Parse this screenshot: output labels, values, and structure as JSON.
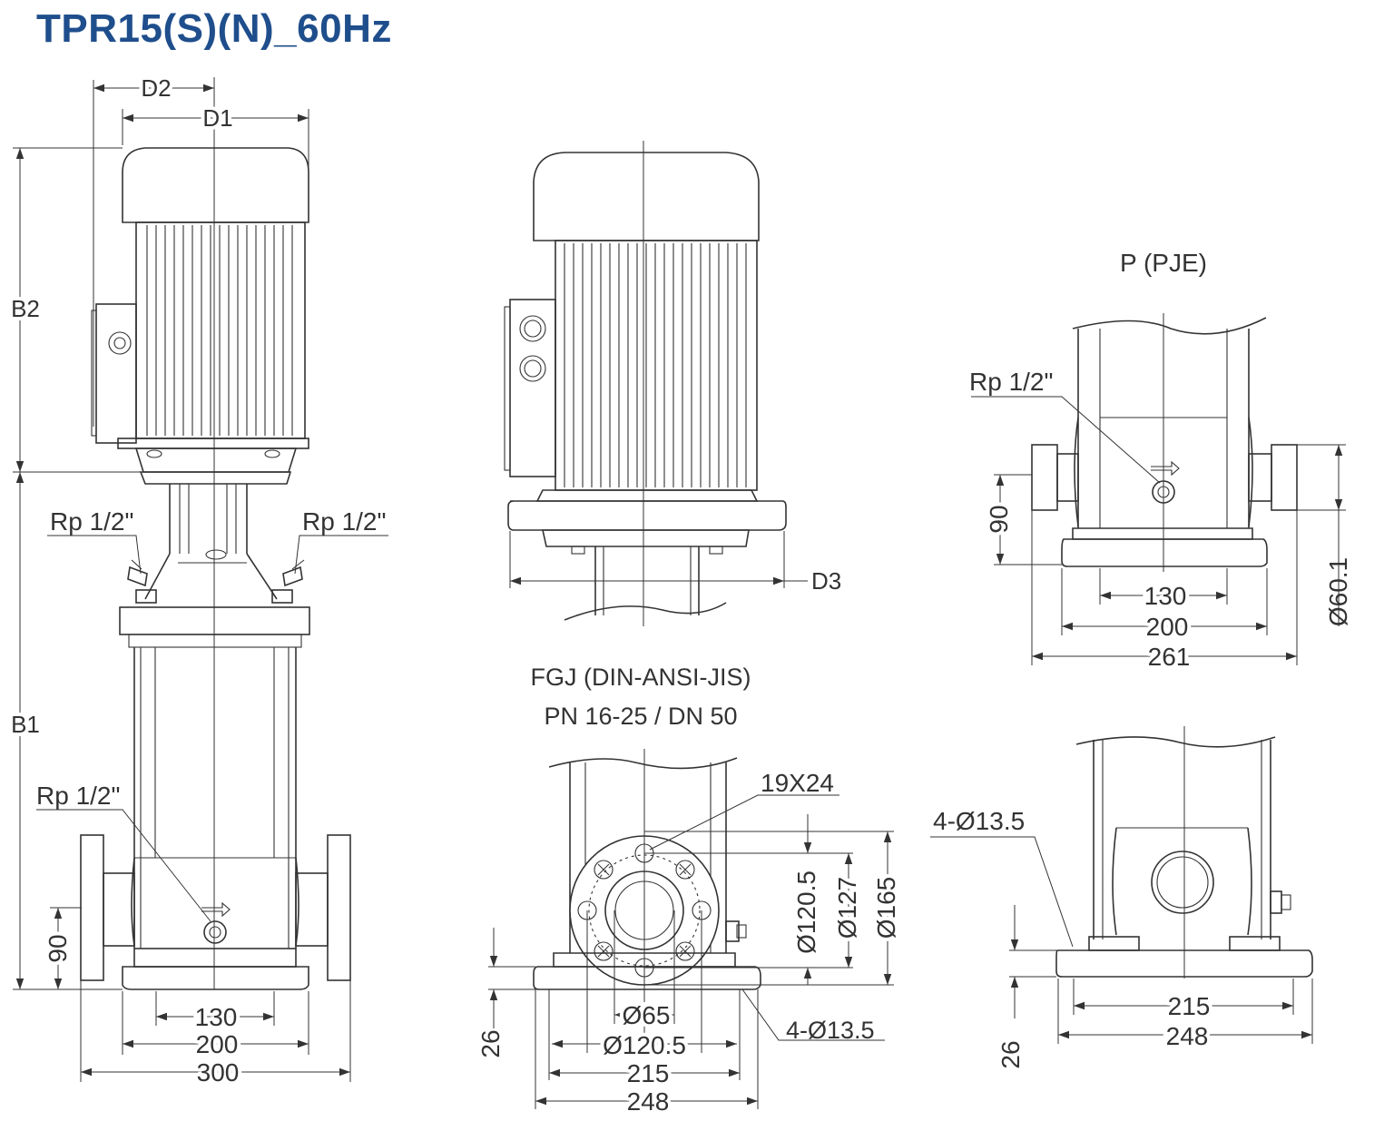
{
  "title": "TPR15(S)(N)_60Hz",
  "colors": {
    "title": "#1f4e8c",
    "line": "#333333"
  },
  "views": {
    "front": {
      "dims": {
        "d2": "D2",
        "d1": "D1",
        "b2": "B2",
        "b1": "B1",
        "h90": "90",
        "w130": "130",
        "w200": "200",
        "w300": "300"
      },
      "ports": {
        "left": "Rp 1/2\"",
        "right": "Rp 1/2\"",
        "drain": "Rp 1/2\""
      }
    },
    "side": {
      "dims": {
        "d3": "D3"
      }
    },
    "p_pje": {
      "title": "P (PJE)",
      "port": "Rp 1/2\"",
      "dims": {
        "h90": "90",
        "w130": "130",
        "w200": "200",
        "w261": "261",
        "dia": "Ø60.1"
      }
    },
    "fgj": {
      "title_line1": "FGJ (DIN-ANSI-JIS)",
      "title_line2": "PN 16-25 / DN 50",
      "dims": {
        "slot": "19X24",
        "d1205v": "Ø120.5",
        "d127": "Ø127",
        "d165": "Ø165",
        "h26": "26",
        "d65": "Ø65",
        "d1205h": "Ø120.5",
        "w215": "215",
        "w248": "248",
        "holes": "4-Ø13.5"
      }
    },
    "base": {
      "dims": {
        "holes": "4-Ø13.5",
        "h26": "26",
        "w215": "215",
        "w248": "248"
      }
    }
  }
}
